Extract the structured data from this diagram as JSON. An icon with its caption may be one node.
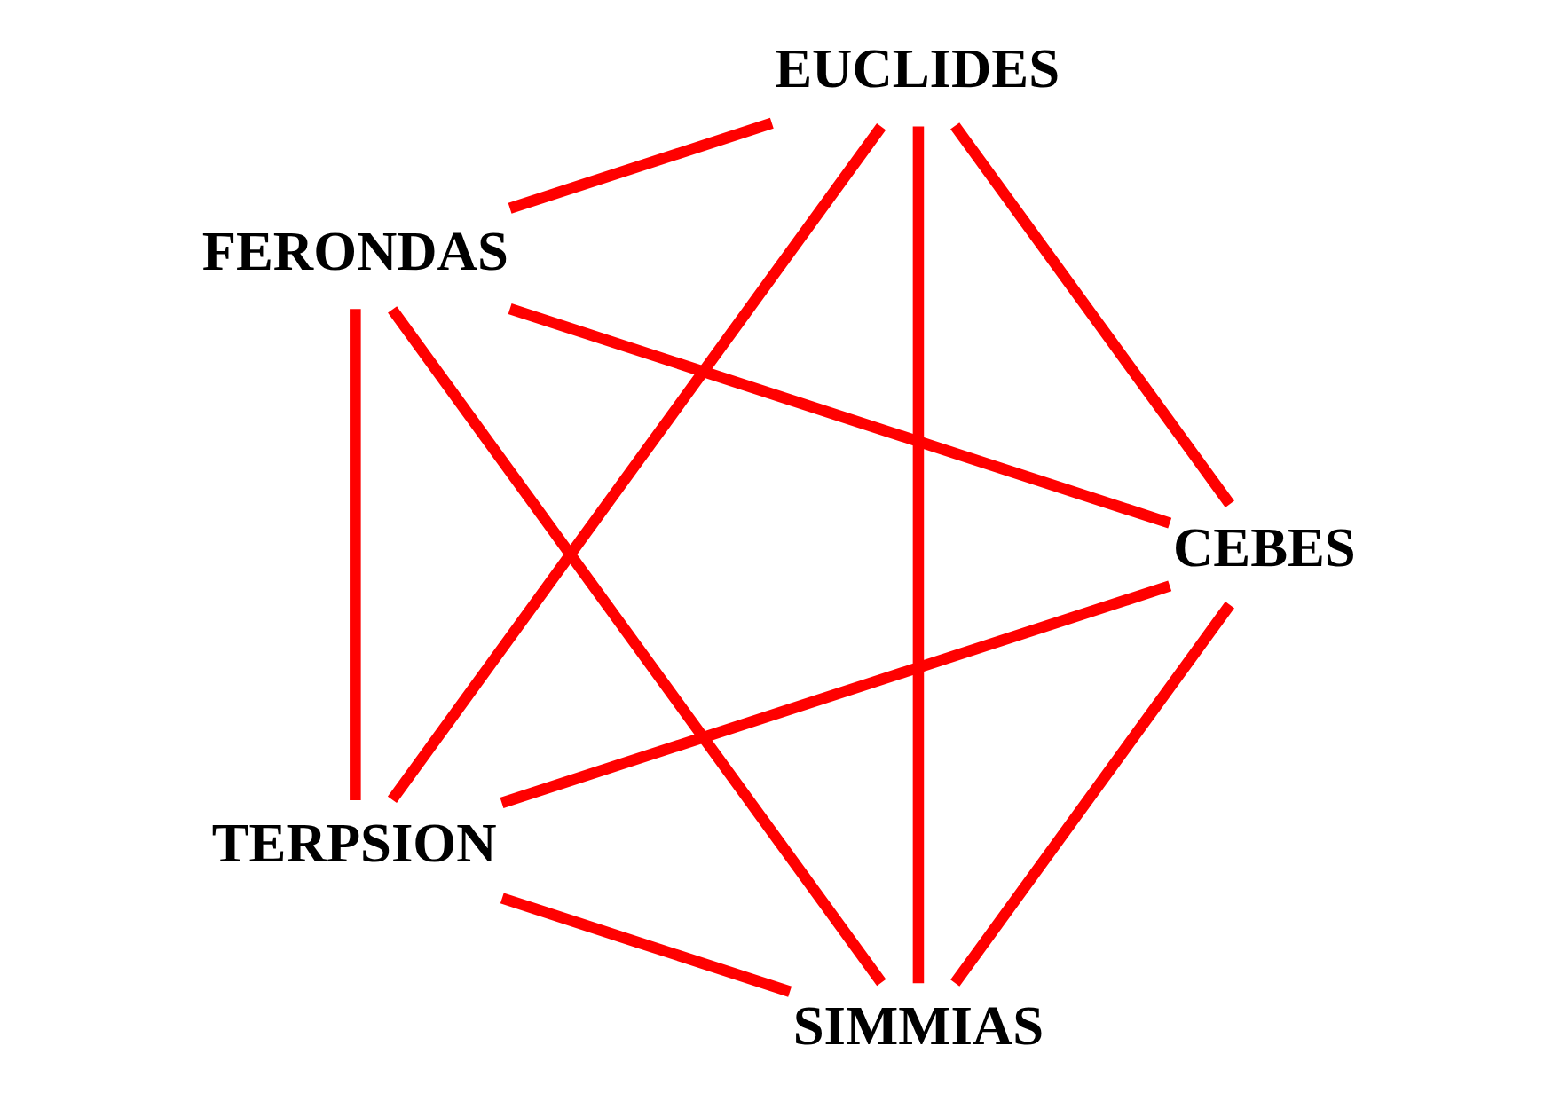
{
  "diagram": {
    "nodes": [
      {
        "text": [
          "SIMMIAS"
        ]
      },
      {
        "text": [
          "CEBES"
        ]
      },
      {
        "text": [
          "FERONDAS"
        ]
      },
      {
        "text": [
          "EUCLIDES"
        ]
      },
      {
        "text": [
          "TERPSION"
        ]
      }
    ],
    "edges": [
      {
        "from": 0,
        "to": 2,
        "arrow": "none"
      },
      {
        "from": 2,
        "to": 4,
        "arrow": "none"
      },
      {
        "from": 4,
        "to": 3,
        "arrow": "none"
      },
      {
        "from": 3,
        "to": 1,
        "arrow": "none"
      },
      {
        "from": 1,
        "to": 0,
        "arrow": "none"
      },
      {
        "from": 1,
        "to": 2,
        "arrow": "none"
      },
      {
        "from": 0,
        "to": 3,
        "arrow": "none"
      },
      {
        "from": 0,
        "to": 4,
        "arrow": "none"
      },
      {
        "from": 1,
        "to": 4,
        "arrow": "none"
      },
      {
        "from": 2,
        "to": 3,
        "arrow": "none"
      }
    ]
  }
}
